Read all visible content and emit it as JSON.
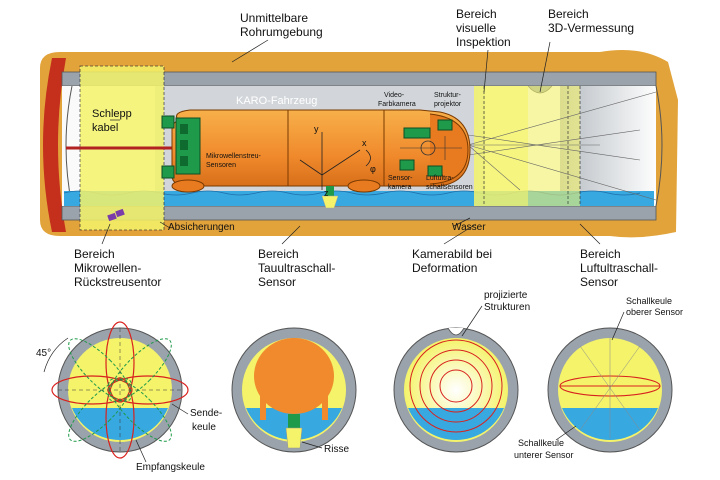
{
  "labels": {
    "surroundings": [
      "Unmittelbare",
      "Rohrumgebung"
    ],
    "visual": [
      "Bereich",
      "visuelle",
      "Inspektion"
    ],
    "scan3d": [
      "Bereich",
      "3D-Vermessung"
    ],
    "schleppkabel": [
      "Schlepp",
      "kabel"
    ],
    "vehicle": "KARO-Fahrzeug",
    "microwave_sensors": [
      "Mikrowellenstreu-",
      "Sensoren"
    ],
    "video_camera": [
      "Video-",
      "Farbkamera"
    ],
    "structure_projector": [
      "Struktur-",
      "projektor"
    ],
    "sensor_camera": [
      "Sensor-",
      "kamera"
    ],
    "airsound_sensors": [
      "Luftultra-",
      "schallsensoren"
    ],
    "absicherungen": "Absicherungen",
    "wasser": "Wasser",
    "axis_x": "x",
    "axis_y": "y",
    "axis_z": "z",
    "axis_phi": "φ",
    "microwave_area": [
      "Bereich",
      "Mikrowellen-",
      "Rückstreusentor"
    ],
    "tau_area": [
      "Bereich",
      "Tauultraschall-",
      "Sensor"
    ],
    "camera_deform": [
      "Kamerabild bei",
      "Deformation"
    ],
    "air_area": [
      "Bereich",
      "Luftultraschall-",
      "Sensor"
    ],
    "angle": "45°",
    "sendekeule": [
      "Sende-",
      "keule"
    ],
    "empfangskeule": "Empfangskeule",
    "risse": "Risse",
    "projected": [
      "projizierte",
      "Strukturen"
    ],
    "upper_beam": [
      "Schallkeule",
      "oberer Sensor"
    ],
    "lower_beam": [
      "Schallkeule",
      "unterer Sensor"
    ]
  },
  "colors": {
    "soil": "#e2a33a",
    "pipe_wall": "#9aa3ab",
    "pipe_inner": "#f4f36a",
    "vehicle": "#f08a2c",
    "water": "#38a8e0",
    "red": "#d8221e",
    "green": "#1f9a4a",
    "end_red": "#c4301c"
  }
}
